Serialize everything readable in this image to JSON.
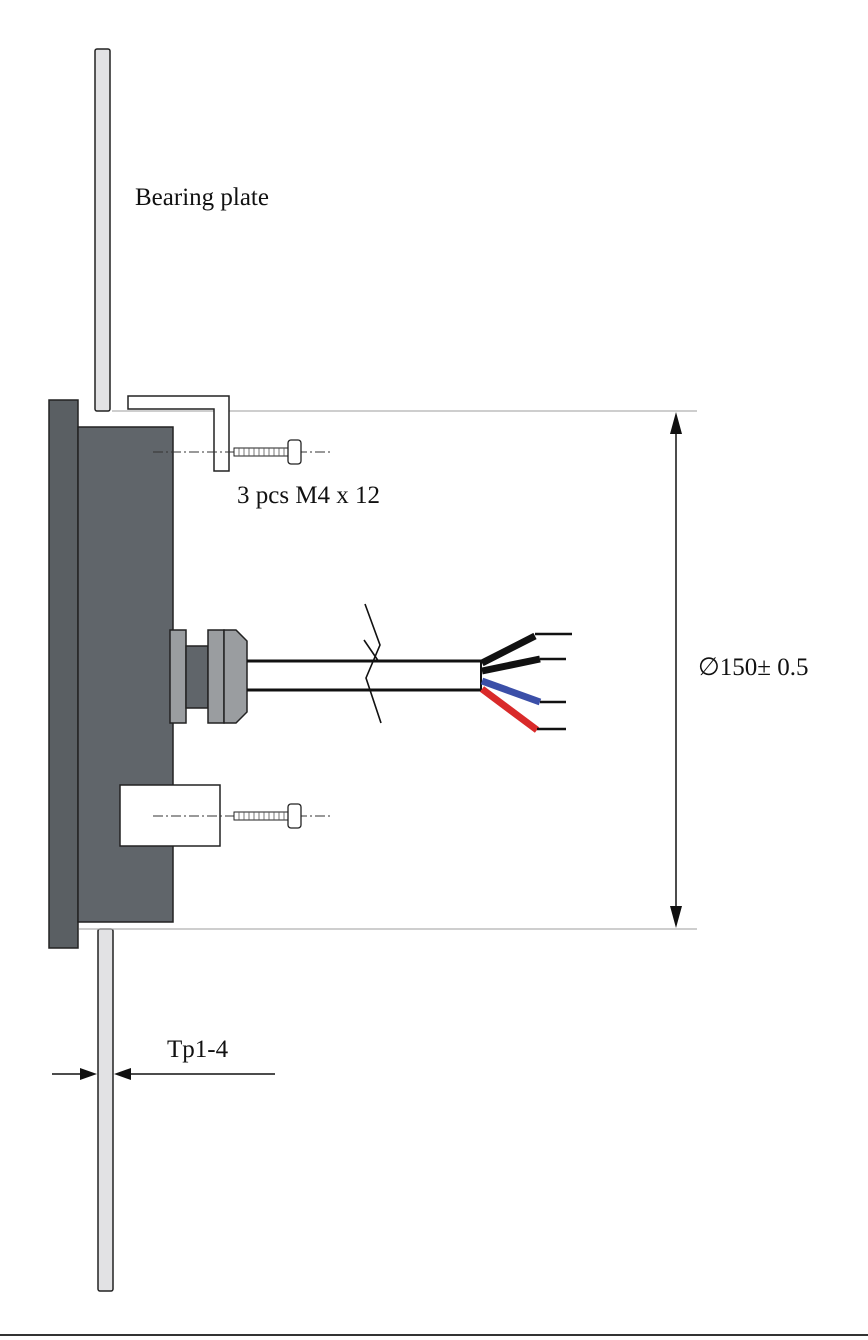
{
  "labels": {
    "bearing_plate": "Bearing plate",
    "screws": "3 pcs M4 x 12",
    "diameter": "∅150± 0.5",
    "thickness": "Tp1-4"
  },
  "colors": {
    "housing_dark": "#5a5f63",
    "housing_face": "#60656a",
    "plate_fill": "#e2e2e4",
    "gland_fill": "#9a9da0",
    "wire_black": "#111111",
    "wire_blue": "#3b4fa8",
    "wire_red": "#d92a2a",
    "dimension_line": "#b0b0b0"
  }
}
